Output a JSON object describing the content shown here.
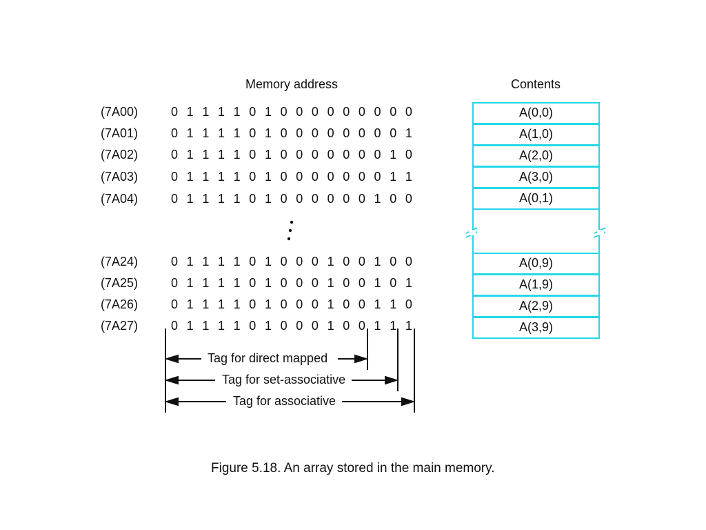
{
  "headers": {
    "memory_address": "Memory address",
    "contents": "Contents"
  },
  "rows_top": [
    {
      "addr": "(7A00)",
      "bits": [
        "0",
        "1",
        "1",
        "1",
        "1",
        "0",
        "1",
        "0",
        "0",
        "0",
        "0",
        "0",
        "0",
        "0",
        "0",
        "0"
      ],
      "content": "A(0,0)"
    },
    {
      "addr": "(7A01)",
      "bits": [
        "0",
        "1",
        "1",
        "1",
        "1",
        "0",
        "1",
        "0",
        "0",
        "0",
        "0",
        "0",
        "0",
        "0",
        "0",
        "1"
      ],
      "content": "A(1,0)"
    },
    {
      "addr": "(7A02)",
      "bits": [
        "0",
        "1",
        "1",
        "1",
        "1",
        "0",
        "1",
        "0",
        "0",
        "0",
        "0",
        "0",
        "0",
        "0",
        "1",
        "0"
      ],
      "content": "A(2,0)"
    },
    {
      "addr": "(7A03)",
      "bits": [
        "0",
        "1",
        "1",
        "1",
        "1",
        "0",
        "1",
        "0",
        "0",
        "0",
        "0",
        "0",
        "0",
        "0",
        "1",
        "1"
      ],
      "content": "A(3,0)"
    },
    {
      "addr": "(7A04)",
      "bits": [
        "0",
        "1",
        "1",
        "1",
        "1",
        "0",
        "1",
        "0",
        "0",
        "0",
        "0",
        "0",
        "0",
        "1",
        "0",
        "0"
      ],
      "content": "A(0,1)"
    }
  ],
  "rows_bottom": [
    {
      "addr": "(7A24)",
      "bits": [
        "0",
        "1",
        "1",
        "1",
        "1",
        "0",
        "1",
        "0",
        "0",
        "0",
        "1",
        "0",
        "0",
        "1",
        "0",
        "0"
      ],
      "content": "A(0,9)"
    },
    {
      "addr": "(7A25)",
      "bits": [
        "0",
        "1",
        "1",
        "1",
        "1",
        "0",
        "1",
        "0",
        "0",
        "0",
        "1",
        "0",
        "0",
        "1",
        "0",
        "1"
      ],
      "content": "A(1,9)"
    },
    {
      "addr": "(7A26)",
      "bits": [
        "0",
        "1",
        "1",
        "1",
        "1",
        "0",
        "1",
        "0",
        "0",
        "0",
        "1",
        "0",
        "0",
        "1",
        "1",
        "0"
      ],
      "content": "A(2,9)"
    },
    {
      "addr": "(7A27)",
      "bits": [
        "0",
        "1",
        "1",
        "1",
        "1",
        "0",
        "1",
        "0",
        "0",
        "0",
        "1",
        "0",
        "0",
        "1",
        "1",
        "1"
      ],
      "content": "A(3,9)"
    }
  ],
  "tags": {
    "direct": "Tag for direct mapped",
    "set_assoc": "Tag for set-associative",
    "assoc": "Tag for associative"
  },
  "caption": "Figure 5.18. An array stored in the main memory."
}
